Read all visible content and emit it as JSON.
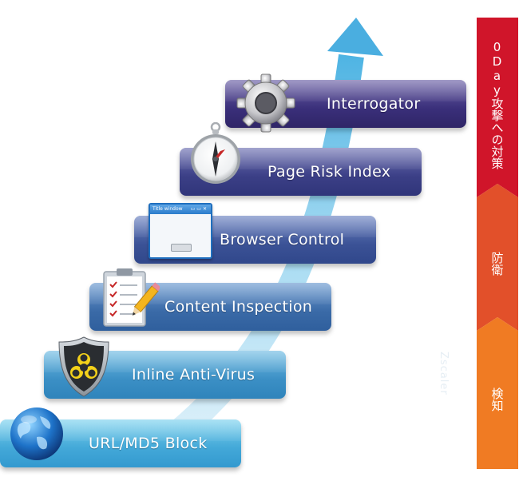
{
  "steps": [
    {
      "id": "url",
      "label": "URL/MD5 Block",
      "icon": "globe-icon"
    },
    {
      "id": "antivirus",
      "label": "Inline Anti-Virus",
      "icon": "biohazard-shield-icon"
    },
    {
      "id": "content",
      "label": "Content Inspection",
      "icon": "clipboard-pencil-icon"
    },
    {
      "id": "browser",
      "label": "Browser Control",
      "icon": "window-icon"
    },
    {
      "id": "pagerisk",
      "label": "Page Risk Index",
      "icon": "compass-icon"
    },
    {
      "id": "interrogator",
      "label": "Interrogator",
      "icon": "gear-icon"
    }
  ],
  "window_icon_title": "Title window",
  "watermark": "Zscaler",
  "sidebar": {
    "segments": [
      {
        "label": "0Day攻撃への対策",
        "color": "#d0152a"
      },
      {
        "label": "防衛",
        "color": "#e2502a"
      },
      {
        "label": "検知",
        "color": "#f07b23"
      }
    ]
  },
  "colors": {
    "arrow": "#6ec6ec",
    "step_top": "#2f2567",
    "step_bottom": "#3399cf"
  }
}
